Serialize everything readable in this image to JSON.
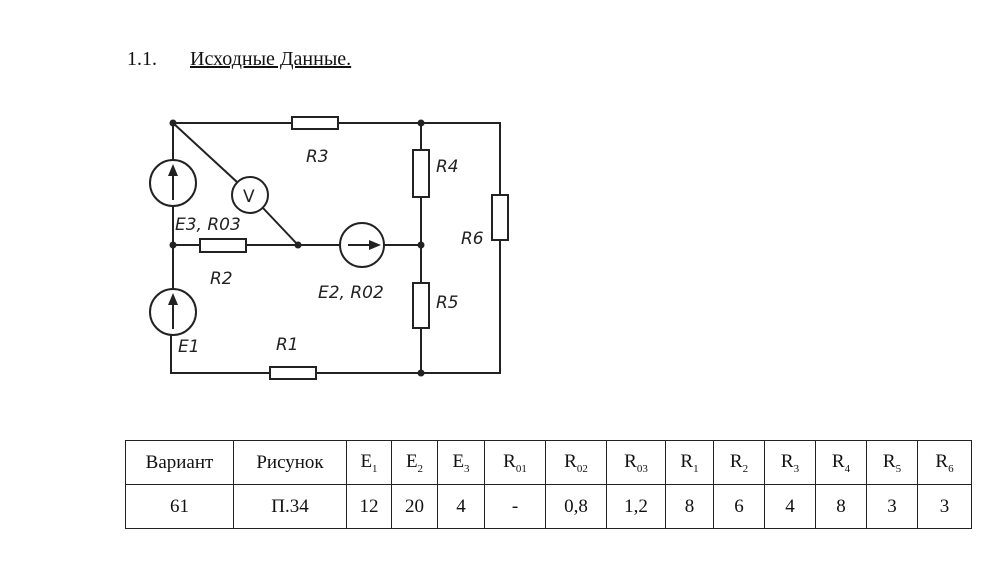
{
  "heading": {
    "number": "1.1.",
    "title": "Исходные Данные."
  },
  "circuit": {
    "labels": {
      "R1": "R1",
      "R2": "R2",
      "R3": "R3",
      "R4": "R4",
      "R5": "R5",
      "R6": "R6",
      "E1": "E1",
      "E2R02": "E2, R02",
      "E3R03": "E3, R03",
      "voltmeter": "V"
    }
  },
  "table": {
    "headers": [
      {
        "main": "Вариант",
        "sub": ""
      },
      {
        "main": "Рисунок",
        "sub": ""
      },
      {
        "main": "E",
        "sub": "1"
      },
      {
        "main": "E",
        "sub": "2"
      },
      {
        "main": "E",
        "sub": "3"
      },
      {
        "main": "R",
        "sub": "01"
      },
      {
        "main": "R",
        "sub": "02"
      },
      {
        "main": "R",
        "sub": "03"
      },
      {
        "main": "R",
        "sub": "1"
      },
      {
        "main": "R",
        "sub": "2"
      },
      {
        "main": "R",
        "sub": "3"
      },
      {
        "main": "R",
        "sub": "4"
      },
      {
        "main": "R",
        "sub": "5"
      },
      {
        "main": "R",
        "sub": "6"
      }
    ],
    "row": [
      "61",
      "П.34",
      "12",
      "20",
      "4",
      "-",
      "0,8",
      "1,2",
      "8",
      "6",
      "4",
      "8",
      "3",
      "3"
    ]
  }
}
